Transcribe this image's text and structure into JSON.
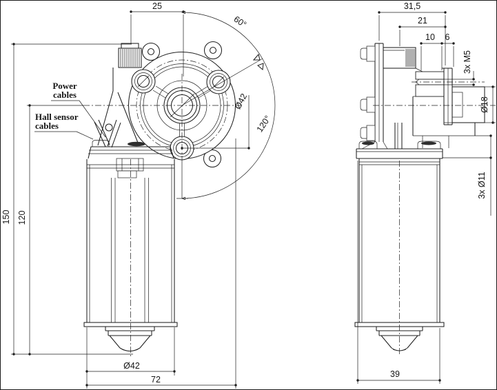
{
  "front_view": {
    "dimensions": {
      "top_width": "25",
      "angle_upper": "60°",
      "angle_lower": "120°",
      "bolt_circle_dia": "Ø42",
      "overall_height": "150",
      "motor_height": "120",
      "motor_dia": "Ø42",
      "overall_width": "72"
    },
    "labels": {
      "power_line1": "Power",
      "power_line2": "cables",
      "hall_line1": "Hall sensor",
      "hall_line2": "cables"
    }
  },
  "side_view": {
    "dimensions": {
      "overall_depth": "31,5",
      "gearbox_depth": "21",
      "boss_depth": "10",
      "shaft_step": "6",
      "tapped_holes": "3x M5",
      "shaft_dia": "Ø18",
      "mounting_holes": "3x Ø11",
      "motor_depth": "39"
    }
  }
}
